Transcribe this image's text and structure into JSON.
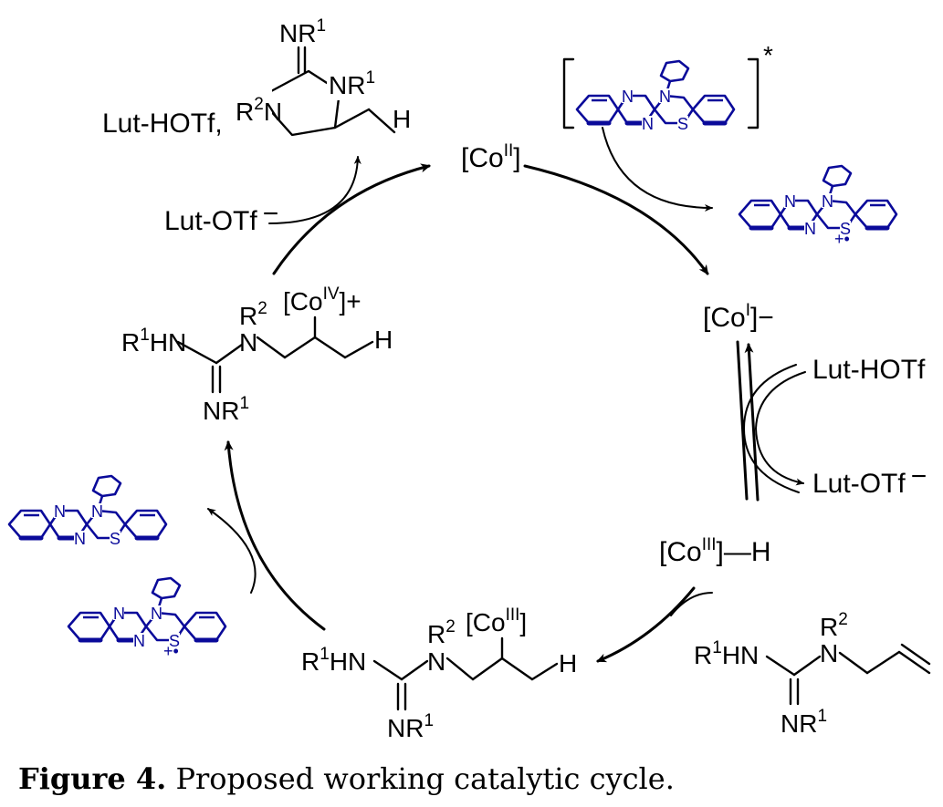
{
  "catalyst_species": {
    "co_ii": "[Co",
    "co_ii_sup": "II",
    "co_i": "[Co",
    "co_i_sup": "I",
    "co_i_charge": "]−",
    "co_iii_h": "[Co",
    "co_iii_sup": "III",
    "co_iii_h_tail": "]—H",
    "close": "]"
  },
  "reagents": {
    "lut_hotf_right": "Lut-HOTf",
    "lut_otf_right": "Lut-OTf",
    "lut_otf_left": "Lut-OTf",
    "minus": "−",
    "lut_hotf_product": "Lut-HOTf,"
  },
  "atoms": {
    "nr1": "NR",
    "r1hn": "R",
    "hn": "HN",
    "n": "N",
    "r2": "R",
    "h": "H",
    "one": "1",
    "two": "2",
    "s": "S",
    "co_iv_sup": "IV",
    "co_iv_charge": "]+",
    "co_iii_bracket": "]",
    "star": "*",
    "radical_cation": "+•"
  },
  "caption": {
    "label": "Figure 4.",
    "text": " Proposed working catalytic cycle."
  }
}
